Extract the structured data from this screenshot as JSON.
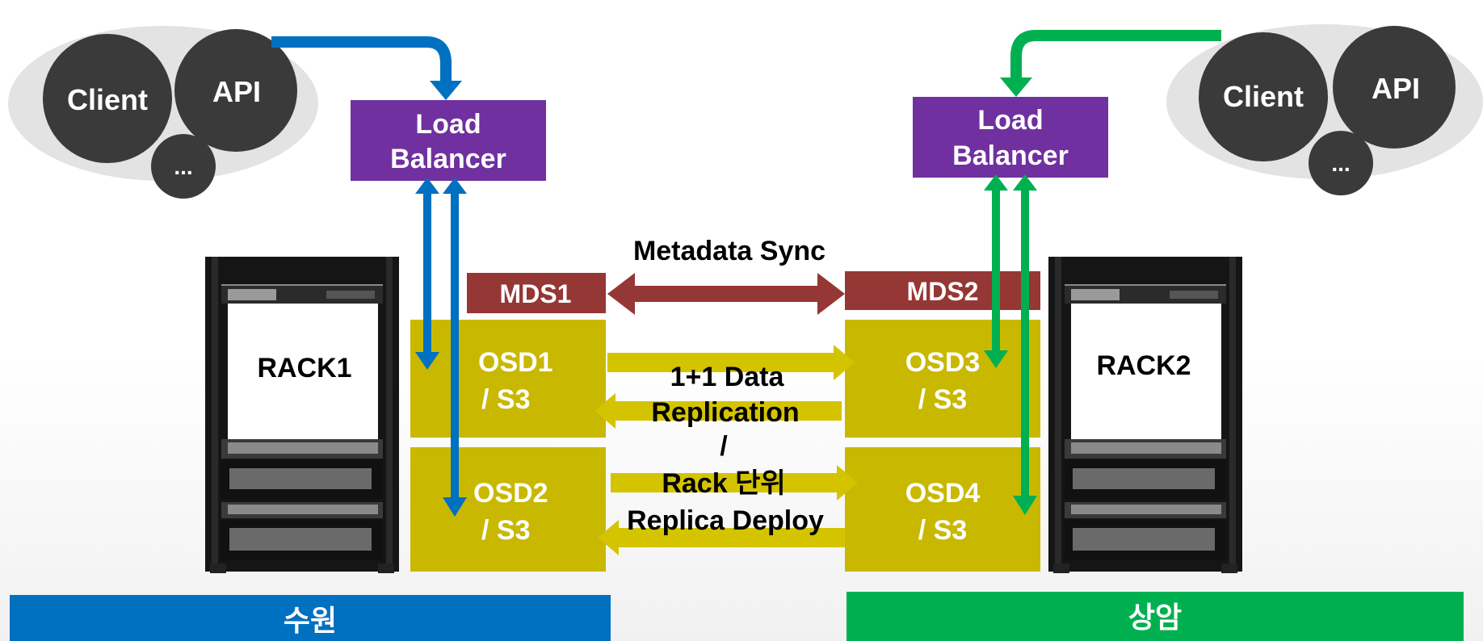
{
  "left_site": {
    "cluster": {
      "client": "Client",
      "api": "API",
      "more": "..."
    },
    "load_balancer": {
      "line1": "Load",
      "line2": "Balancer"
    },
    "rack": "RACK1",
    "mds": "MDS1",
    "osd_top": {
      "line1": "OSD1",
      "line2": "/ S3"
    },
    "osd_bottom": {
      "line1": "OSD2",
      "line2": "/ S3"
    },
    "location": "수원"
  },
  "right_site": {
    "cluster": {
      "client": "Client",
      "api": "API",
      "more": "..."
    },
    "load_balancer": {
      "line1": "Load",
      "line2": "Balancer"
    },
    "rack": "RACK2",
    "mds": "MDS2",
    "osd_top": {
      "line1": "OSD3",
      "line2": "/ S3"
    },
    "osd_bottom": {
      "line1": "OSD4",
      "line2": "/ S3"
    },
    "location": "상암"
  },
  "metadata_sync": "Metadata Sync",
  "replication": {
    "line1": "1+1 Data",
    "line2": "Replication",
    "line3": "/",
    "line4": "Rack 단위",
    "line5": "Replica Deploy"
  },
  "colors": {
    "left_accent": "#0070c0",
    "right_accent": "#00b050",
    "load_balancer": "#7030a0",
    "mds": "#953735",
    "osd": "#c9b800",
    "replication_arrow": "#d4c400",
    "cluster_circle": "#3a3a3a",
    "cluster_bg": "#e3e3e3"
  }
}
